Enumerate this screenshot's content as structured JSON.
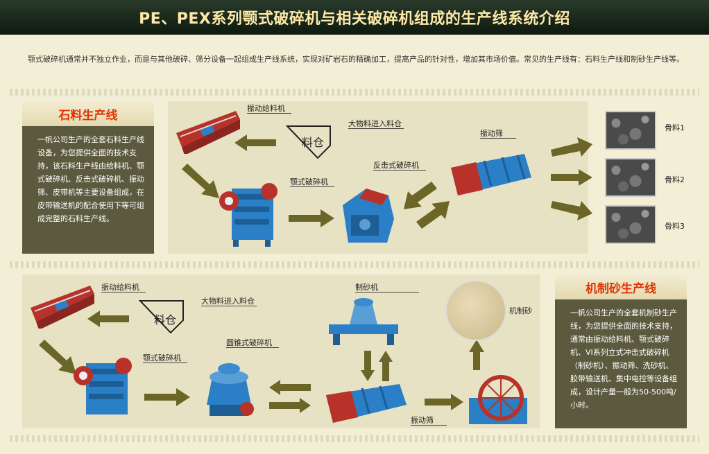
{
  "header": {
    "title": "PE、PEX系列颚式破碎机与相关破碎机组成的生产线系统介绍"
  },
  "intro": {
    "text": "颚式破碎机通常并不独立作业，而是与其他破碎、筛分设备一起组成生产线系统，实现对矿岩石的精确加工，提高产品的针对性，增加其市场价值。常见的生产线有：石料生产线和制砂生产线等。"
  },
  "stone_line": {
    "title": "石料生产线",
    "description": "一帆公司生产的全套石料生产线设备，为您提供全面的技术支持，该石料生产线由给料机、颚式破碎机、反击式破碎机、振动筛、皮带机等主要设备组成，在皮带输送机的配合使用下等可组成完整的石料生产线。",
    "labels": {
      "feeder": "振动给料机",
      "bin": "料仓",
      "bin_note": "大物料进入料仓",
      "jaw": "颚式破碎机",
      "impact": "反击式破碎机",
      "screen": "振动筛"
    },
    "products": [
      "骨料1",
      "骨料2",
      "骨料3"
    ]
  },
  "sand_line": {
    "title": "机制砂生产线",
    "description": "一帆公司生产的全套机制砂生产线，为您提供全面的技术支持，通常由振动给料机、颚式破碎机、VI系列立式冲击式破碎机（制砂机）、振动筛、洗砂机、胶带输送机、集中电控等设备组成，设计产量一般为50-500吨/小时。",
    "labels": {
      "feeder": "振动给料机",
      "bin": "料仓",
      "bin_note": "大物料进入料仓",
      "jaw": "颚式破碎机",
      "cone": "圆锥式破碎机",
      "sand_maker": "制砂机",
      "screen": "振动筛",
      "product": "机制砂"
    }
  },
  "colors": {
    "header_text": "#ffe9a8",
    "title_red": "#e23200",
    "arrow": "#6b6628",
    "machine_blue": "#2a7fc7",
    "machine_red": "#b8322a"
  }
}
